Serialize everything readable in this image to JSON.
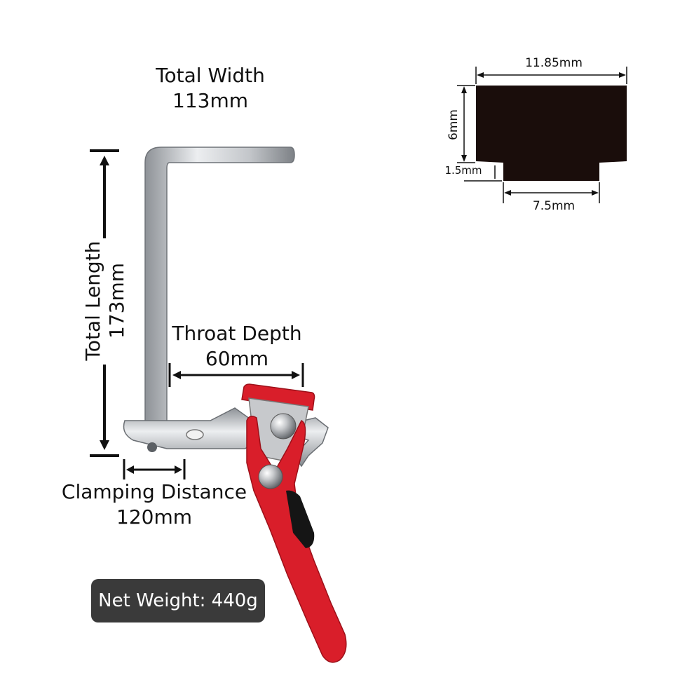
{
  "dimensions": {
    "total_width": {
      "label": "Total Width",
      "value": "113mm"
    },
    "total_length": {
      "label": "Total Length",
      "value": "173mm"
    },
    "throat_depth": {
      "label": "Throat Depth",
      "value": "60mm"
    },
    "clamping_distance": {
      "label": "Clamping Distance",
      "value": "120mm"
    },
    "net_weight": "Net Weight: 440g"
  },
  "profile": {
    "top_width": "11.85mm",
    "height": "6mm",
    "step": "1.5mm",
    "bottom_width": "7.5mm"
  },
  "colors": {
    "handle_red": "#d91e2a",
    "steel": "#c9cbce",
    "profile_fill": "#1a0d0b",
    "badge_bg": "#3a3a3a"
  }
}
